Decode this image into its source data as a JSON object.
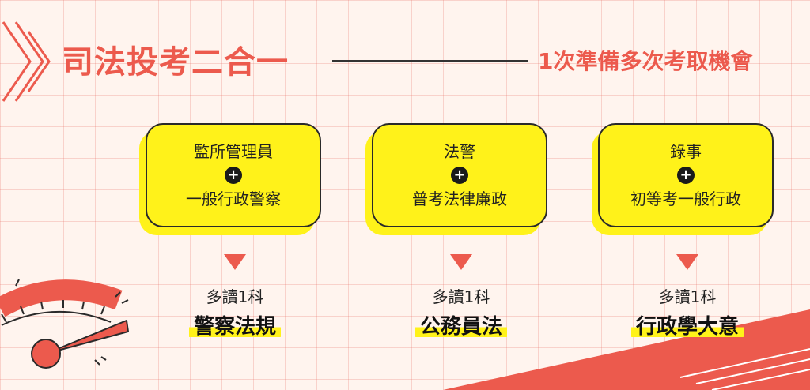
{
  "header": {
    "title": "司法投考二合一",
    "tagline": "1次準備多次考取機會"
  },
  "cards": [
    {
      "line1": "監所管理員",
      "line2": "一般行政警察",
      "extra_small": "多讀1科",
      "extra_big": "警察法規"
    },
    {
      "line1": "法警",
      "line2": "普考法律廉政",
      "extra_small": "多讀1科",
      "extra_big": "公務員法"
    },
    {
      "line1": "錄事",
      "line2": "初等考一般行政",
      "extra_small": "多讀1科",
      "extra_big": "行政學大意"
    }
  ],
  "colors": {
    "accent": "#ec5a4d",
    "highlight": "#fff21a",
    "background": "#fff4ee"
  },
  "icons": [
    "chevron-right-icon",
    "plus-icon",
    "down-triangle-icon",
    "speedometer-icon"
  ]
}
